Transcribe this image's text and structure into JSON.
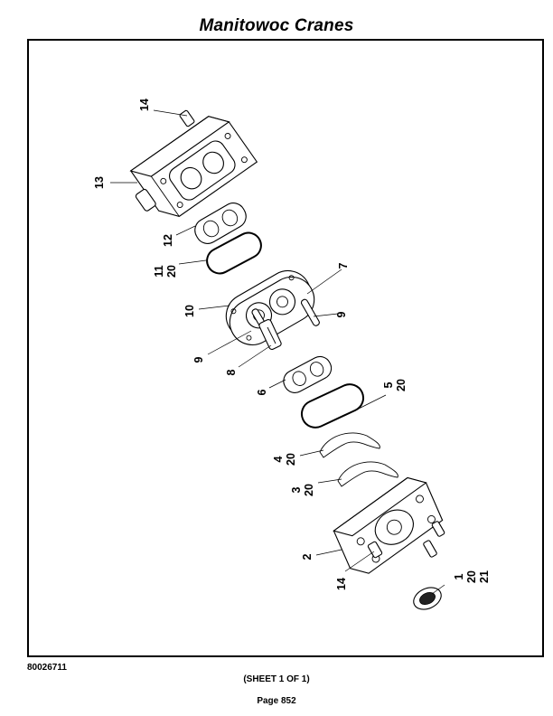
{
  "header": {
    "title": "Manitowoc Cranes"
  },
  "footer": {
    "drawing_number": "80026711",
    "sheet": "(SHEET 1 OF 1)",
    "page": "Page 852"
  },
  "callouts": {
    "c1": "14",
    "c2": "13",
    "c3": "12",
    "c4": "11",
    "c5": "20",
    "c6": "7",
    "c7": "10",
    "c8": "9",
    "c9": "9",
    "c10": "8",
    "c11": "6",
    "c12": "5",
    "c13": "20",
    "c14": "4",
    "c15": "20",
    "c16": "3",
    "c17": "20",
    "c18": "2",
    "c19": "14",
    "c20": "1",
    "c21": "20",
    "c22": "21"
  }
}
